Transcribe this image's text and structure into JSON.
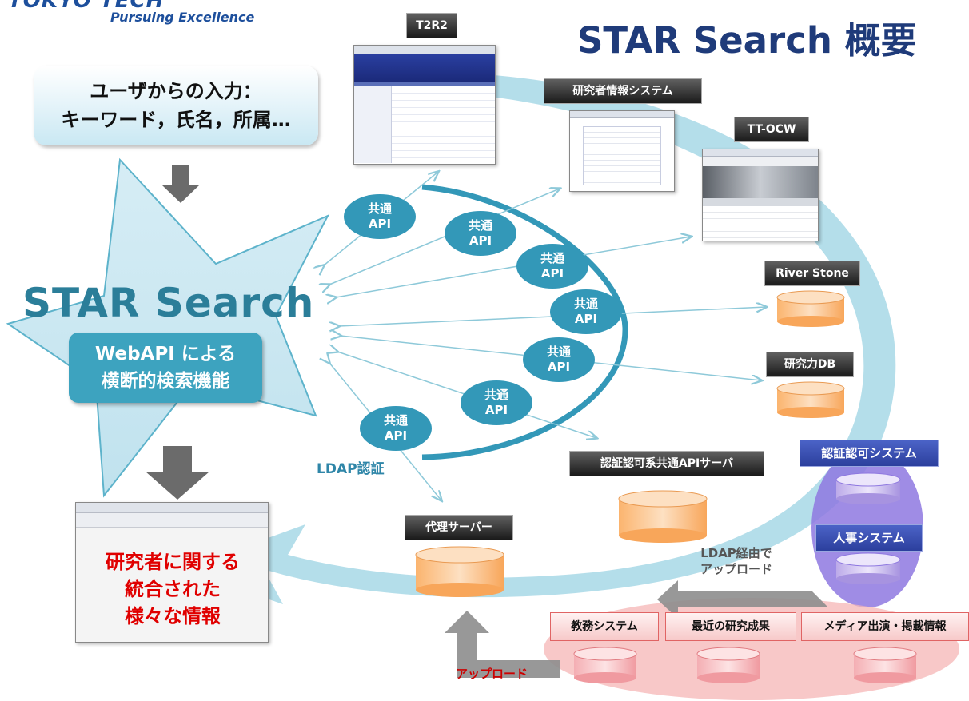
{
  "logo": {
    "main": "TOKYO TECH",
    "tagline": "Pursuing Excellence"
  },
  "title": "STAR Search 概要",
  "user_input": {
    "line1": "ユーザからの入力：",
    "line2": "キーワード，氏名，所属…"
  },
  "star": {
    "name": "STAR  Search",
    "feature_line1": "WebAPI による",
    "feature_line2": "横断的検索機能"
  },
  "api_label": {
    "line1": "共通",
    "line2": "API"
  },
  "systems": {
    "t2r2": "T2R2",
    "researcher_info": "研究者情報システム",
    "tt_ocw": "TT-OCW",
    "river_stone": "River Stone",
    "research_db": "研究力DB",
    "auth_api_server": "認証認可系共通APIサーバ",
    "proxy_server": "代理サーバー",
    "auth_system": "認証認可システム",
    "hr_system": "人事システム",
    "academic_system": "教務システム",
    "recent_results": "最近の研究成果",
    "media_info": "メディア出演・掲載情報"
  },
  "ldap_auth": "LDAP認証",
  "ldap_upload": {
    "line1": "LDAP経由で",
    "line2": "アップロード"
  },
  "upload": "アップロード",
  "result": {
    "line1": "研究者に関する",
    "line2": "統合された",
    "line3": "様々な情報"
  },
  "colors": {
    "title": "#1f3b7a",
    "star_text": "#2b7e99",
    "api": "#3398b8",
    "result_text": "#e00000",
    "upload_text": "#cc0000",
    "cylinder_fill": "#fbc28a",
    "pink_cylinder": "#f9c9cc",
    "purple_cylinder": "#d4c8f0"
  }
}
